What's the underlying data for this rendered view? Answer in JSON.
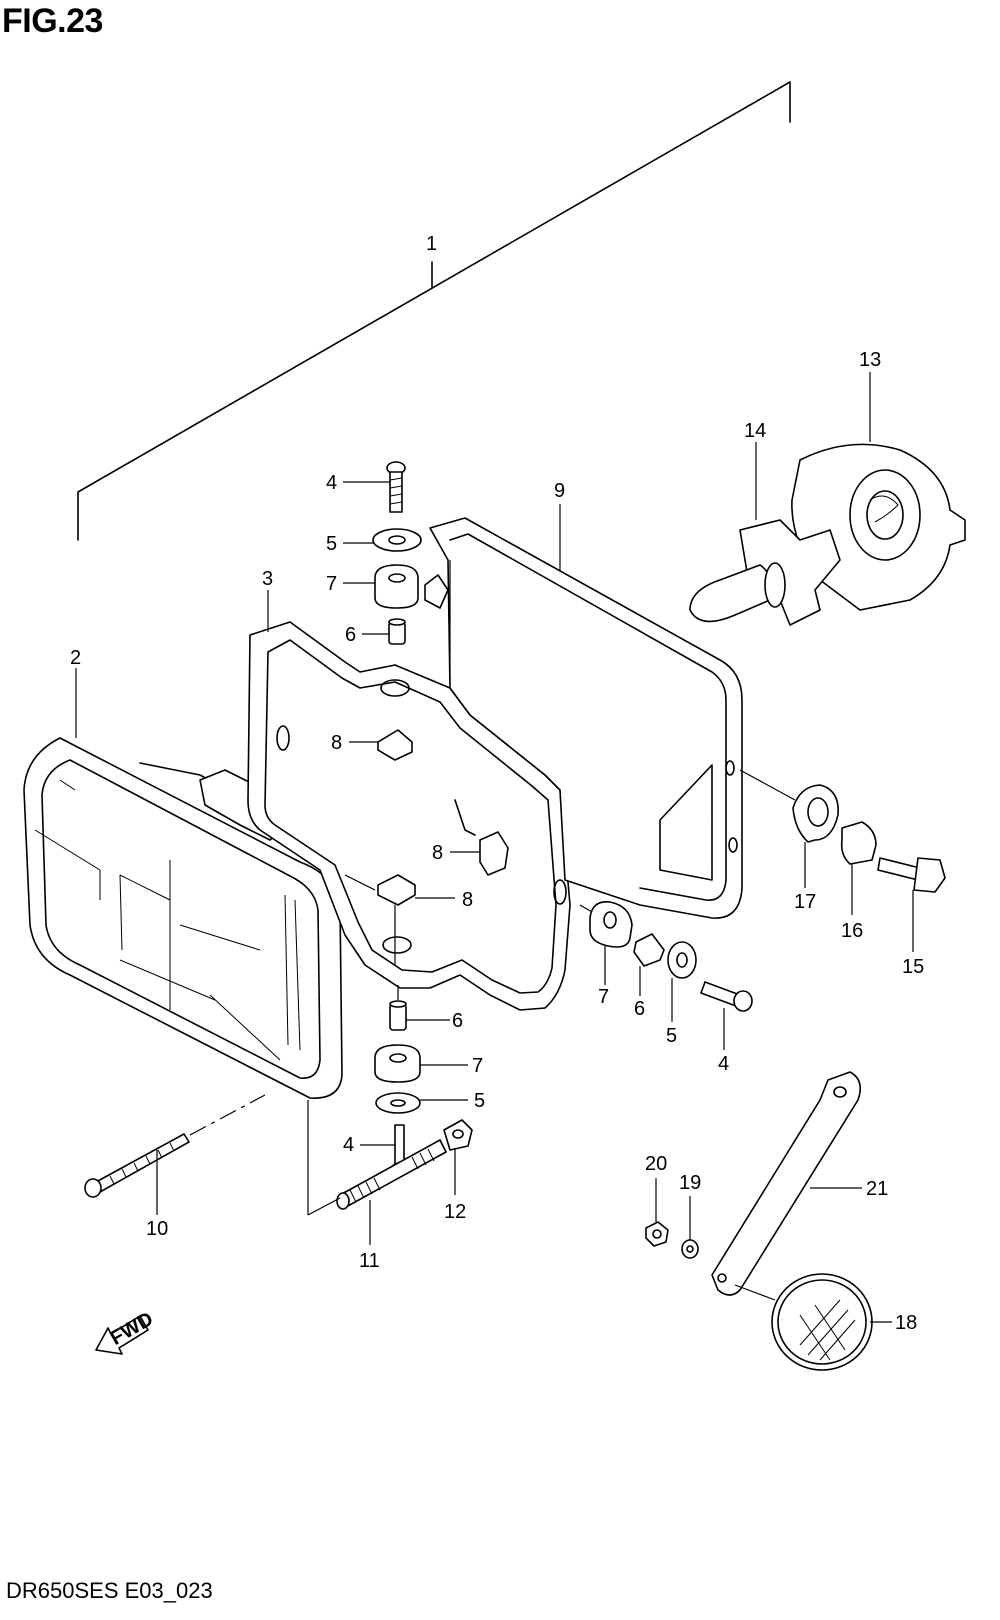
{
  "figure_title": "FIG.23",
  "footer_code": "DR650SES E03_023",
  "fwd_label": "FWD",
  "callouts": {
    "c1": "1",
    "c2": "2",
    "c3": "3",
    "c4a": "4",
    "c4b": "4",
    "c4c": "4",
    "c5a": "5",
    "c5b": "5",
    "c5c": "5",
    "c6a": "6",
    "c6b": "6",
    "c6c": "6",
    "c7a": "7",
    "c7b": "7",
    "c7c": "7",
    "c8a": "8",
    "c8b": "8",
    "c8c": "8",
    "c9": "9",
    "c10": "10",
    "c11": "11",
    "c12": "12",
    "c13": "13",
    "c14": "14",
    "c15": "15",
    "c16": "16",
    "c17": "17",
    "c18": "18",
    "c19": "19",
    "c20": "20",
    "c21": "21"
  }
}
